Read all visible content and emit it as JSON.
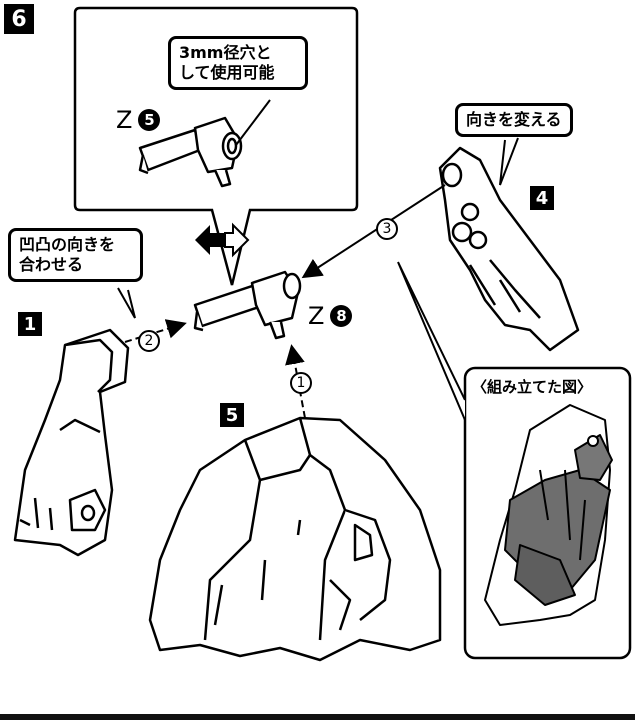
{
  "step_badge": "6",
  "parts": {
    "p1": "1",
    "p4": "4",
    "p5": "5"
  },
  "callouts": {
    "hole": {
      "line1": "3mm径穴と",
      "line2": "して使用可能"
    },
    "align": {
      "line1": "凹凸の向きを",
      "line2": "合わせる"
    },
    "rotate": "向きを変える",
    "assembled": "〈組み立てた図〉"
  },
  "z_labels": {
    "top": {
      "letter": "Z",
      "num": "5"
    },
    "mid": {
      "letter": "Z",
      "num": "8"
    }
  },
  "steps": [
    "1",
    "2",
    "3"
  ]
}
